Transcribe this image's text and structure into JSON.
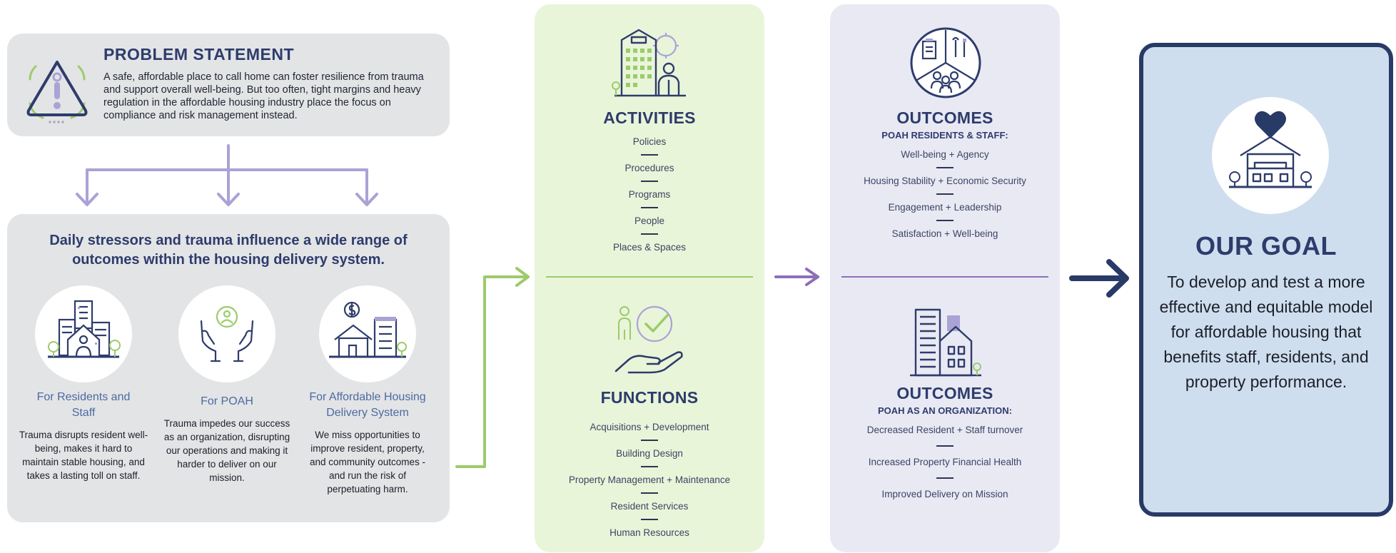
{
  "problem": {
    "title": "PROBLEM STATEMENT",
    "text": "A safe, affordable place to call home can foster resilience from trauma and support overall well-being. But too often, tight margins and heavy regulation in the affordable housing industry place the focus on compliance and risk management instead."
  },
  "stressors": {
    "heading": "Daily stressors and trauma influence a wide range of outcomes within the housing delivery system.",
    "columns": [
      {
        "title": "For Residents and Staff",
        "text": "Trauma disrupts resident well-being, makes it hard to maintain stable housing, and takes a lasting toll on staff.",
        "icon": "residents-buildings-icon"
      },
      {
        "title": "For POAH",
        "text": "Trauma impedes our success as an organization, disrupting our operations and making it harder to deliver on our mission.",
        "icon": "hands-person-icon"
      },
      {
        "title": "For Affordable Housing Delivery System",
        "text": "We miss opportunities to improve resident, property, and community outcomes - and run the risk of perpetuating harm.",
        "icon": "house-money-icon"
      }
    ]
  },
  "activities": {
    "title": "ACTIVITIES",
    "items": [
      "Policies",
      "Procedures",
      "Programs",
      "People",
      "Places & Spaces"
    ],
    "icon": "building-gear-icon"
  },
  "functions": {
    "title": "FUNCTIONS",
    "items": [
      "Acquisitions + Development",
      "Building Design",
      "Property Management + Maintenance",
      "Resident Services",
      "Human Resources"
    ],
    "icon": "hand-check-icon"
  },
  "outcomes_residents": {
    "title": "OUTCOMES",
    "subtitle": "POAH RESIDENTS & STAFF:",
    "items": [
      "Well-being + Agency",
      "Housing Stability + Economic Security",
      "Engagement + Leadership",
      "Satisfaction + Well-being"
    ],
    "icon": "people-tools-icon"
  },
  "outcomes_org": {
    "title": "OUTCOMES",
    "subtitle": "POAH AS AN ORGANIZATION:",
    "items": [
      "Decreased Resident + Staff turnover",
      "Increased Property Financial Health",
      "Improved Delivery on Mission"
    ],
    "icon": "buildings-icon"
  },
  "goal": {
    "title": "OUR GOAL",
    "text": "To develop and test a more effective and equitable model for affordable housing that benefits staff, residents, and property performance.",
    "icon": "house-heart-icon"
  },
  "colors": {
    "navy": "#2e3c6c",
    "grey_panel": "#e3e4e6",
    "green_panel": "#e9f5d9",
    "lavender_panel": "#e9e9f4",
    "goal_panel": "#cfdeee",
    "purple_arrow": "#a9a3d6",
    "green_arrow": "#9ccb6b",
    "violet_arrow": "#8d6fb8"
  }
}
